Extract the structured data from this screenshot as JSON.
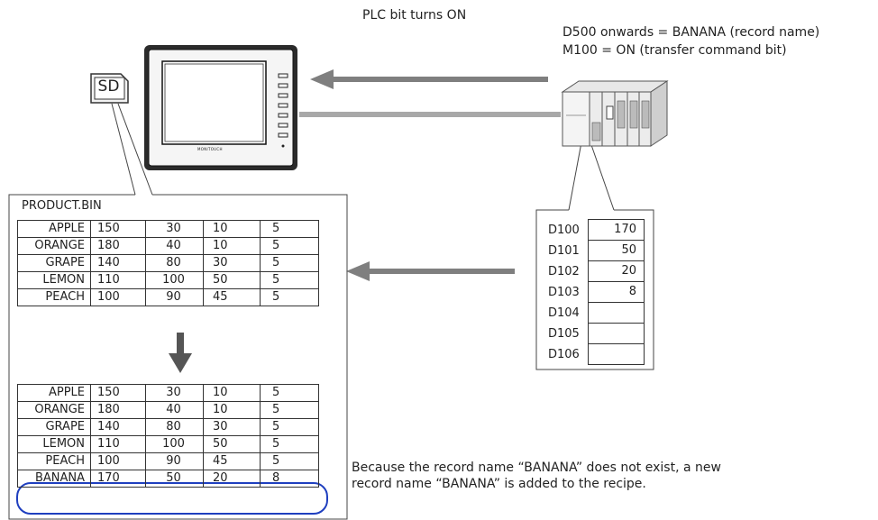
{
  "header": {
    "plc_bit_label": "PLC bit turns ON",
    "d500_line": "D500 onwards = BANANA (record name)",
    "m100_line": "M100 = ON (transfer command bit)"
  },
  "devices": {
    "sd_label": "SD",
    "touch_brand": "MONITOUCH"
  },
  "file_panel": {
    "title": "PRODUCT.BIN",
    "before_rows": [
      [
        "APPLE",
        "150",
        "30",
        "10",
        "5"
      ],
      [
        "ORANGE",
        "180",
        "40",
        "10",
        "5"
      ],
      [
        "GRAPE",
        "140",
        "80",
        "30",
        "5"
      ],
      [
        "LEMON",
        "110",
        "100",
        "50",
        "5"
      ],
      [
        "PEACH",
        "100",
        "90",
        "45",
        "5"
      ]
    ],
    "after_rows": [
      [
        "APPLE",
        "150",
        "30",
        "10",
        "5"
      ],
      [
        "ORANGE",
        "180",
        "40",
        "10",
        "5"
      ],
      [
        "GRAPE",
        "140",
        "80",
        "30",
        "5"
      ],
      [
        "LEMON",
        "110",
        "100",
        "50",
        "5"
      ],
      [
        "PEACH",
        "100",
        "90",
        "45",
        "5"
      ],
      [
        "BANANA",
        "170",
        "50",
        "20",
        "8"
      ]
    ]
  },
  "registers": [
    {
      "addr": "D100",
      "value": "170"
    },
    {
      "addr": "D101",
      "value": "50"
    },
    {
      "addr": "D102",
      "value": "20"
    },
    {
      "addr": "D103",
      "value": "8"
    },
    {
      "addr": "D104",
      "value": ""
    },
    {
      "addr": "D105",
      "value": ""
    },
    {
      "addr": "D106",
      "value": ""
    }
  ],
  "note": {
    "line1": "Because the record name “BANANA” does not exist, a new",
    "line2": "record name “BANANA” is added to the recipe."
  },
  "colors": {
    "arrow": "#7f7f7f",
    "highlight": "#1f3fbf"
  }
}
